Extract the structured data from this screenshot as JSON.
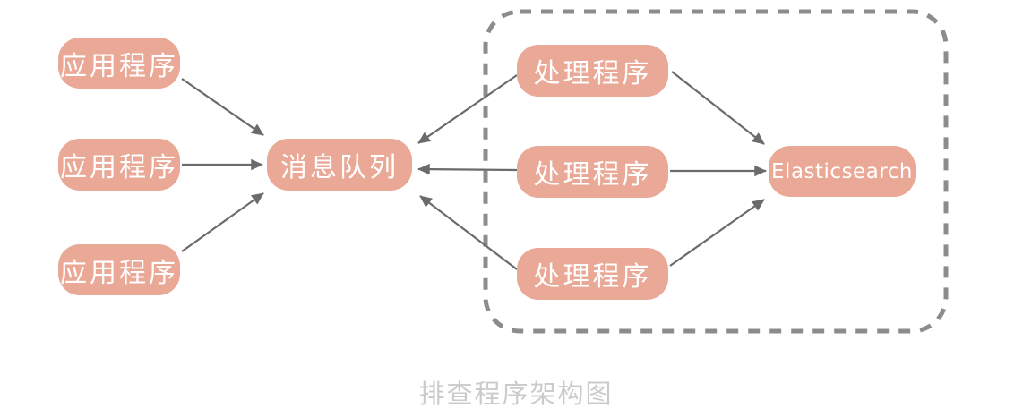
{
  "diagram": {
    "caption": "排查程序架构图",
    "colors": {
      "node_fill": "#EAA896",
      "node_text": "#FFFFFF",
      "arrow": "#6B6B6B",
      "dashed_border": "#8C8C8C",
      "caption_text": "#CBCBCB",
      "background": "#FFFFFF"
    },
    "nodes": {
      "app1": {
        "label": "应用程序"
      },
      "app2": {
        "label": "应用程序"
      },
      "app3": {
        "label": "应用程序"
      },
      "queue": {
        "label": "消息队列"
      },
      "worker1": {
        "label": "处理程序"
      },
      "worker2": {
        "label": "处理程序"
      },
      "worker3": {
        "label": "处理程序"
      },
      "es": {
        "label": "Elasticsearch"
      }
    },
    "edges": [
      {
        "from": "app1",
        "to": "queue"
      },
      {
        "from": "app2",
        "to": "queue"
      },
      {
        "from": "app3",
        "to": "queue"
      },
      {
        "from": "worker1",
        "to": "queue"
      },
      {
        "from": "worker2",
        "to": "queue"
      },
      {
        "from": "worker3",
        "to": "queue"
      },
      {
        "from": "worker1",
        "to": "es"
      },
      {
        "from": "worker2",
        "to": "es"
      },
      {
        "from": "worker3",
        "to": "es"
      }
    ]
  }
}
